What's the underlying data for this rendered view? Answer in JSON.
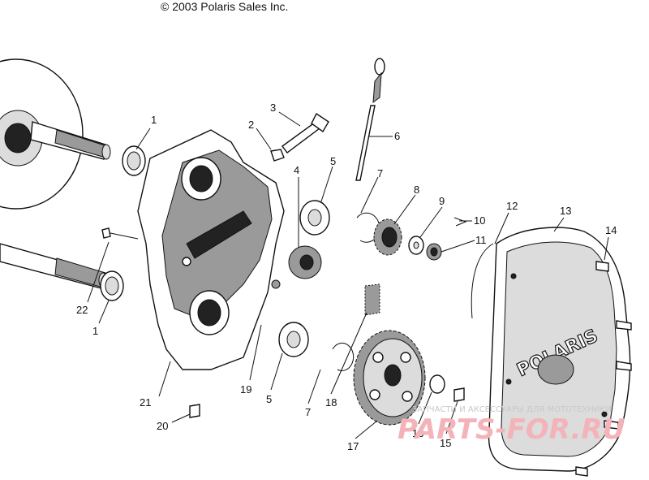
{
  "copyright": "© 2003 Polaris Sales Inc.",
  "watermark": {
    "caption": "ЗАПЧАСТИ И АКСЕССУАРЫ ДЛЯ МОТОТЕХНИКИ",
    "brand": "PARTS-FOR.RU"
  },
  "cover_logo": "POLARIS",
  "callouts": [
    {
      "id": "1a",
      "label": "1"
    },
    {
      "id": "2",
      "label": "2"
    },
    {
      "id": "3",
      "label": "3"
    },
    {
      "id": "4",
      "label": "4"
    },
    {
      "id": "5a",
      "label": "5"
    },
    {
      "id": "6",
      "label": "6"
    },
    {
      "id": "7a",
      "label": "7"
    },
    {
      "id": "8",
      "label": "8"
    },
    {
      "id": "9",
      "label": "9"
    },
    {
      "id": "10",
      "label": "10"
    },
    {
      "id": "11",
      "label": "11"
    },
    {
      "id": "12",
      "label": "12"
    },
    {
      "id": "13",
      "label": "13"
    },
    {
      "id": "14",
      "label": "14"
    },
    {
      "id": "22",
      "label": "22"
    },
    {
      "id": "1b",
      "label": "1"
    },
    {
      "id": "21",
      "label": "21"
    },
    {
      "id": "19",
      "label": "19"
    },
    {
      "id": "5b",
      "label": "5"
    },
    {
      "id": "7b",
      "label": "7"
    },
    {
      "id": "18",
      "label": "18"
    },
    {
      "id": "20",
      "label": "20"
    },
    {
      "id": "17",
      "label": "17"
    },
    {
      "id": "16",
      "label": "16"
    },
    {
      "id": "15",
      "label": "15"
    }
  ]
}
